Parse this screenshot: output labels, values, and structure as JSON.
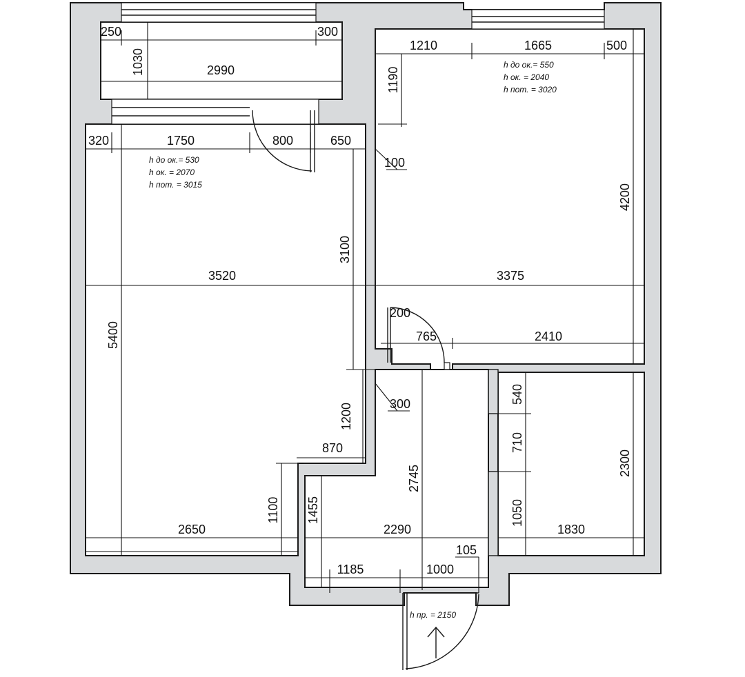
{
  "dimensions": {
    "balcony_left": "250",
    "balcony_right": "300",
    "balcony_depth": "1030",
    "balcony_width": "2990",
    "room1_seg1": "320",
    "room1_seg2": "1750",
    "room1_door": "800",
    "room1_seg3": "650",
    "partition": "100",
    "room1_width": "3520",
    "room1_upper": "3100",
    "room1_height": "5400",
    "step": "1200",
    "niche_width": "870",
    "lower_left": "1100",
    "lower_width": "2650",
    "room2_seg1": "1210",
    "room2_seg2": "1665",
    "room2_seg3": "500",
    "room2_win_offset": "1190",
    "room2_height": "4200",
    "room2_width": "3375",
    "door_jamb": "200",
    "door2_width": "765",
    "wall_seg": "2410",
    "wall_300": "300",
    "hall_length": "2745",
    "hall_left": "1455",
    "hall_width": "2290",
    "hall_seg1": "1185",
    "entry_door": "1000",
    "entry_jamb": "105",
    "bath_top": "540",
    "bath_door": "710",
    "bath_bottom": "1050",
    "bath_height": "2300",
    "bath_width": "1830"
  },
  "notes": {
    "room1_sill": "h до ок.= 530",
    "room1_window": "h ок. = 2070",
    "room1_ceiling": "h пот. = 3015",
    "room2_sill": "h до ок.= 550",
    "room2_window": "h ок. = 2040",
    "room2_ceiling": "h пот. = 3020",
    "entry_height": "h пр. = 2150"
  },
  "icons": {
    "entry_arrow": "arrow-up-icon"
  }
}
